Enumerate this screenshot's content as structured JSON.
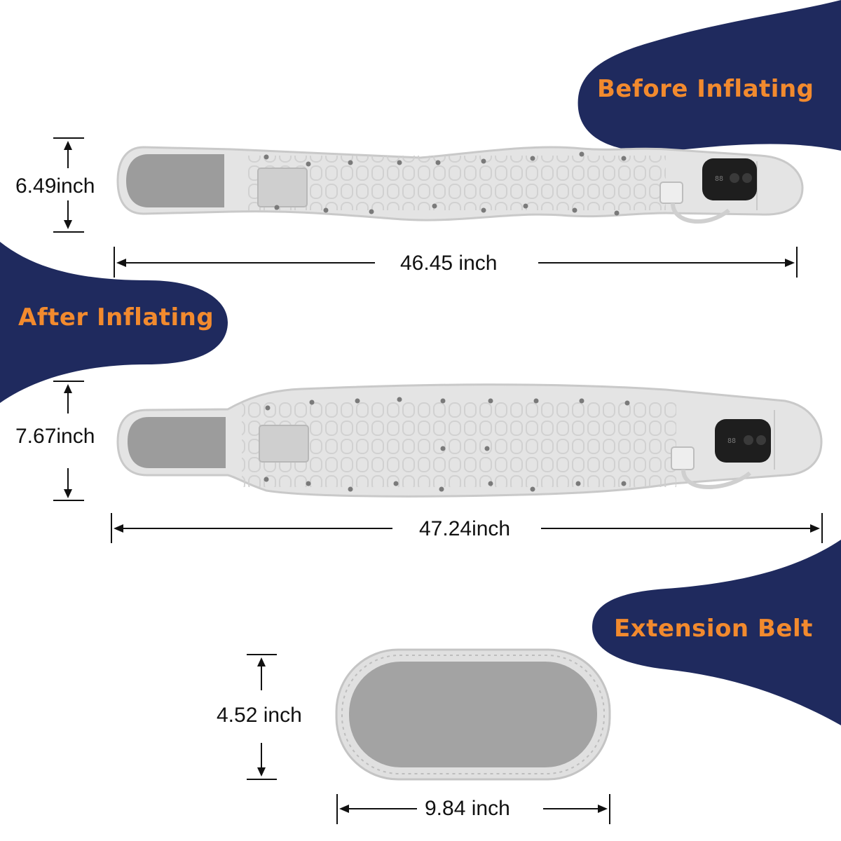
{
  "colors": {
    "badge_bg": "#1f2a5e",
    "badge_text": "#f28a2e",
    "belt_fill": "#e4e4e4",
    "belt_edge": "#c9c9c9",
    "velcro": "#9c9c9c",
    "controller": "#1e1e1e",
    "dimension_line": "#111111"
  },
  "badges": {
    "before": "Before Inflating",
    "after": "After Inflating",
    "extension": "Extension Belt"
  },
  "dimensions": {
    "before_height": "6.49inch",
    "before_width": "46.45 inch",
    "after_height": "7.67inch",
    "after_width": "47.24inch",
    "extension_height": "4.52 inch",
    "extension_width": "9.84 inch"
  },
  "icons": {
    "controller_display": "display-88-icon",
    "controller_heart": "heart-icon",
    "controller_wave": "wave-icon"
  }
}
